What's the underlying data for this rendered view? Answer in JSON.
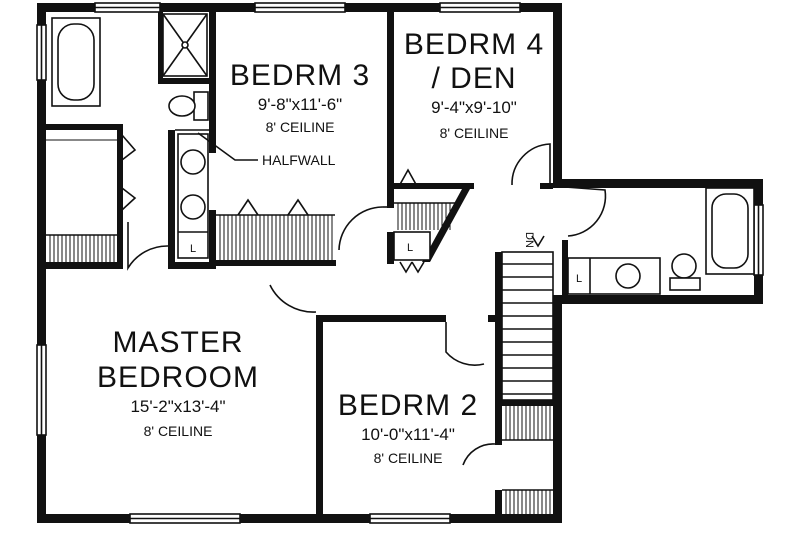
{
  "rooms": {
    "bedroom3": {
      "name": "BEDRM 3",
      "dims": "9'-8\"x11'-6\"",
      "ceiling": "8' CEILINE"
    },
    "bedroom4": {
      "name_line1": "BEDRM 4",
      "name_line2": "/ DEN",
      "dims": "9'-4\"x9'-10\"",
      "ceiling": "8' CEILINE"
    },
    "master": {
      "name_line1": "MASTER",
      "name_line2": "BEDROOM",
      "dims": "15'-2\"x13'-4\"",
      "ceiling": "8' CEILINE"
    },
    "bedroom2": {
      "name": "BEDRM 2",
      "dims": "10'-0\"x11'-4\"",
      "ceiling": "8' CEILINE"
    }
  },
  "annotations": {
    "halfwall": "HALFWALL",
    "stairs_down": "DN",
    "linen_mark": "L"
  },
  "colors": {
    "ink": "#111111",
    "paper": "#ffffff"
  }
}
